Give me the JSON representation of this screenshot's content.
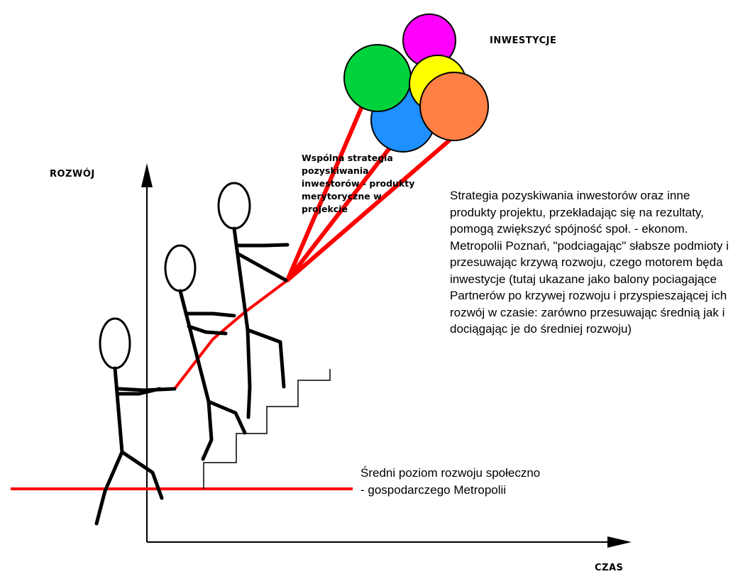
{
  "diagram": {
    "y_axis_label": "ROZWÓJ",
    "x_axis_label": "CZAS",
    "balloons_label": "INWESTYCJE",
    "balloon_colors": [
      "#ff00ff",
      "#1e90ff",
      "#00d23c",
      "#ffff00",
      "#ff7f45"
    ],
    "strategy_label": "Wspólna strategia pozyskiwania inwestorów - produkty merytoryczne w projekcie",
    "description": "Strategia pozyskiwania inwestorów oraz inne produkty projektu, przekładając się na rezultaty, pomogą zwiększyć spójność społ. - ekonom. Metropolii Poznań, \"podciagając\" słabsze podmioty i przesuwając krzywą rozwoju, czego motorem będa inwestycje (tutaj ukazane jako balony pociagające Partnerów po krzywej rozwoju i przyspieszającej ich rozwój w czasie: zarówno przesuwając średnią jak i dociągając je do średniej rozwoju)",
    "average_label": "Średni poziom rozwoju społeczno - gospodarczego Metropolii",
    "line_color": "#ff0000"
  }
}
